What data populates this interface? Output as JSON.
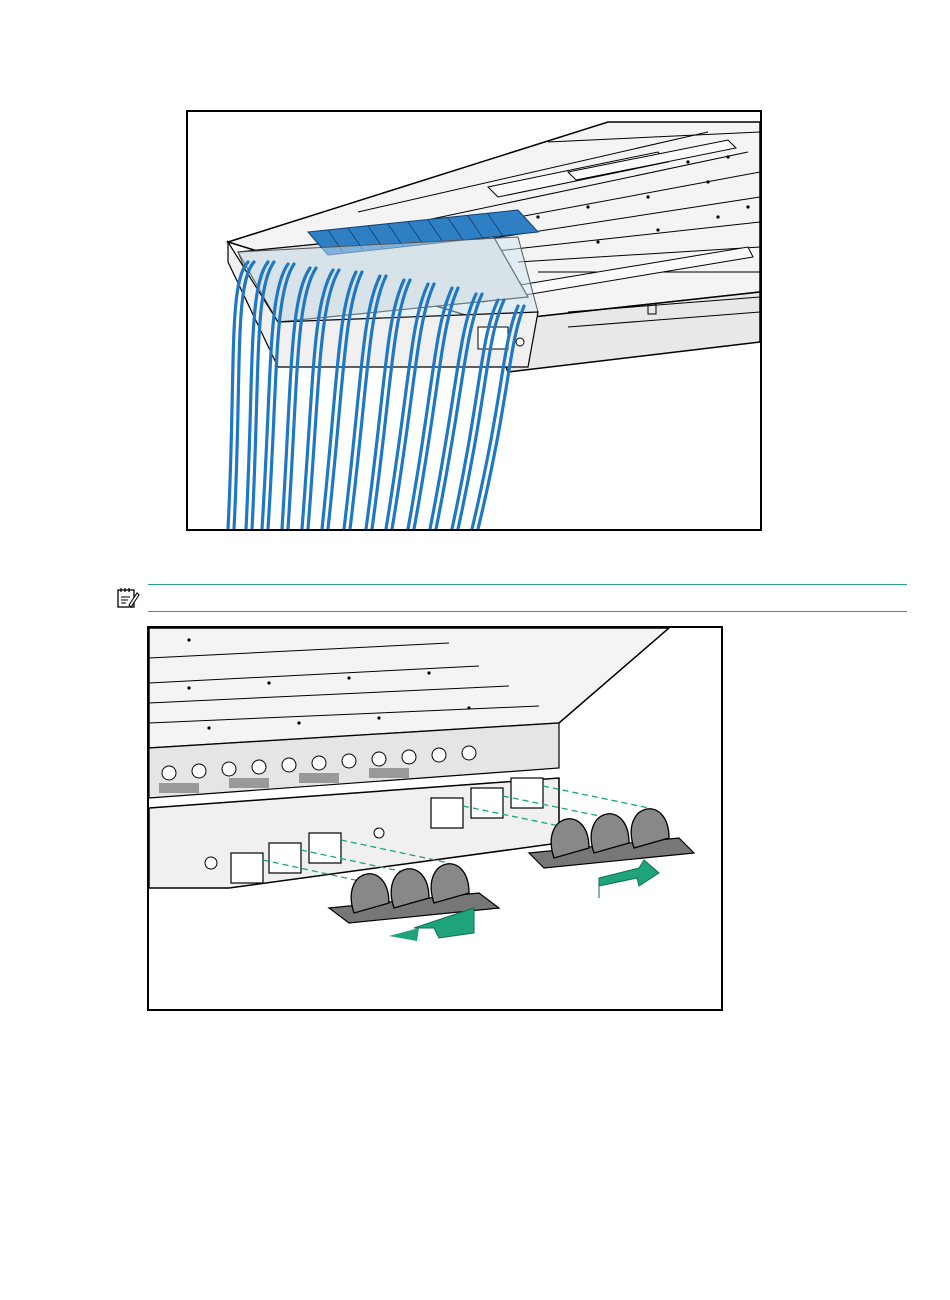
{
  "note": {
    "icon": "note-icon",
    "text": ""
  },
  "figures": [
    {
      "id": "fig1",
      "icon": "server-cable-routing-illustration"
    },
    {
      "id": "fig2",
      "icon": "cable-management-clip-install-illustration"
    }
  ],
  "colors": {
    "cable_blue": "#1f78c1",
    "arrow_green": "#1ea37a",
    "rule_green": "#2ea082",
    "line": "#000000"
  }
}
